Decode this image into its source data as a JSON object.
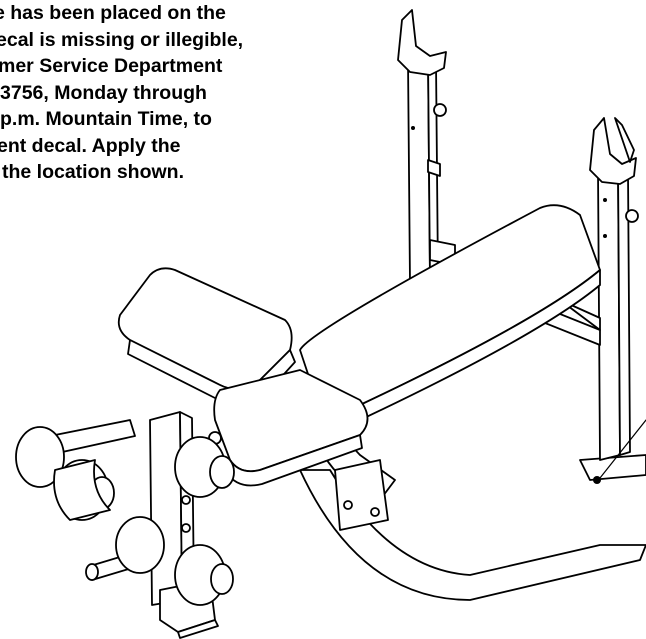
{
  "notice": {
    "lines": [
      "e has been placed on the",
      "ecal is missing or illegible,",
      "mer Service Department",
      "3756, Monday through",
      "p.m. Mountain Time, to",
      "ent decal. Apply the",
      "the location shown."
    ]
  },
  "colors": {
    "ink": "#000000",
    "paper": "#ffffff"
  }
}
